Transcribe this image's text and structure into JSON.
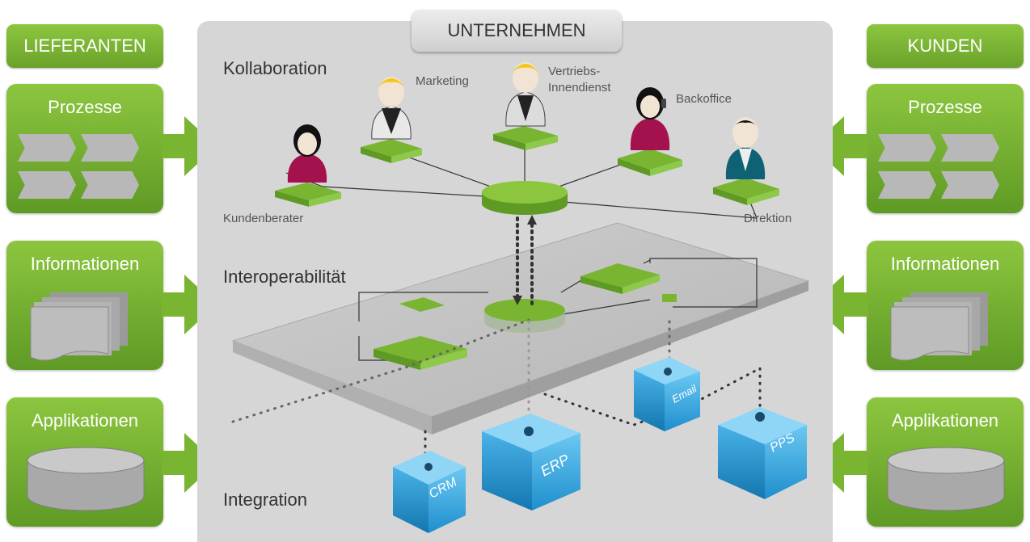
{
  "header": {
    "unternehmen": "UNTERNEHMEN"
  },
  "left": {
    "title": "LIEFERANTEN",
    "panels": [
      "Prozesse",
      "Informationen",
      "Applikationen"
    ]
  },
  "right": {
    "title": "KUNDEN",
    "panels": [
      "Prozesse",
      "Informationen",
      "Applikationen"
    ]
  },
  "sections": {
    "kollaboration": "Kollaboration",
    "interoperabilitaet": "Interoperabilität",
    "integration": "Integration"
  },
  "people": {
    "kundenberater": "Kundenberater",
    "marketing": "Marketing",
    "vertrieb_line1": "Vertriebs-",
    "vertrieb_line2": "Innendienst",
    "backoffice": "Backoffice",
    "direktion": "Direktion"
  },
  "systems": {
    "crm": "CRM",
    "erp": "ERP",
    "email": "Email",
    "pps": "PPS"
  },
  "colors": {
    "green": "#7ab532",
    "green_dark": "#5f9a25",
    "gray_bg": "#d6d6d6",
    "cube_blue": "#3fa9e0"
  }
}
